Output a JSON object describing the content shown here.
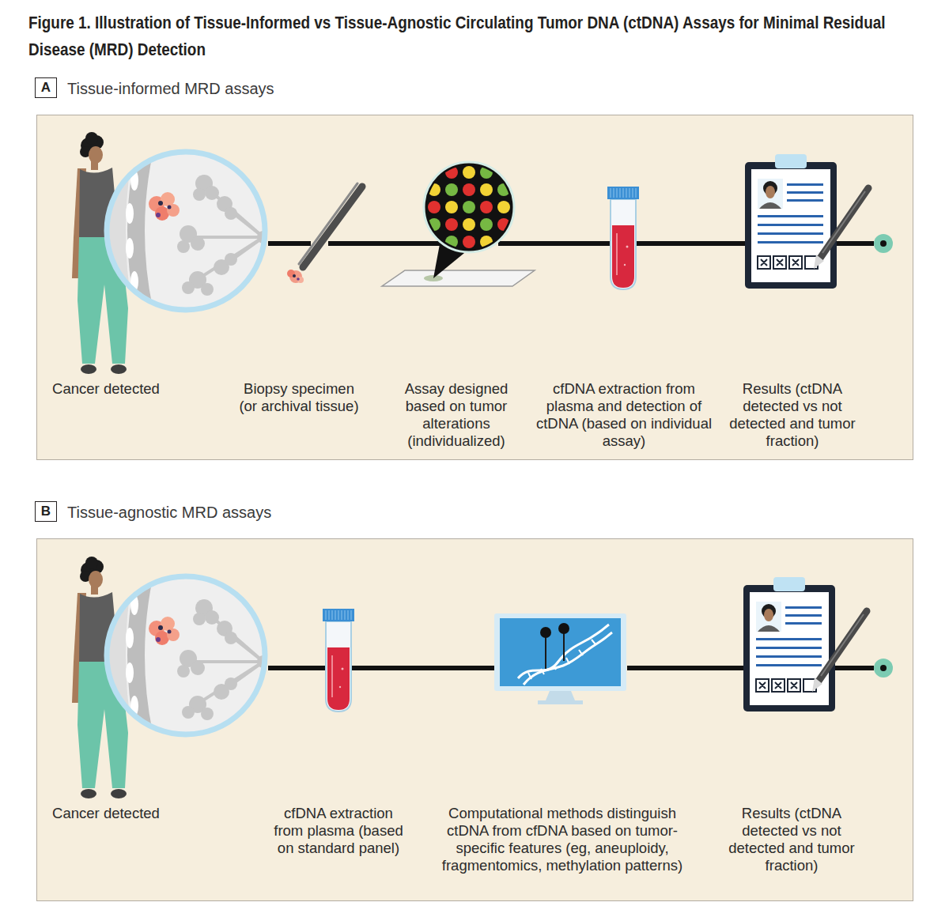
{
  "diagram": {
    "title": "Figure 1. Illustration of Tissue-Informed vs Tissue-Agnostic Circulating Tumor DNA (ctDNA) Assays for Minimal Residual Disease (MRD) Detection",
    "nodes": [
      {
        "text": [
          "A"
        ]
      },
      {
        "text": [
          "Tissue-informed MRD assays"
        ]
      },
      {
        "text": [
          "Cancer detected"
        ],
        "in": 1
      },
      {
        "text": [
          "Biopsy specimen (or archival tissue)"
        ],
        "in": 1
      },
      {
        "text": [
          "Assay designed based on tumor alterations (individualized)"
        ],
        "in": 1
      },
      {
        "text": [
          "cfDNA extraction from plasma and detection of ctDNA (based on individual assay)"
        ],
        "in": 1
      },
      {
        "text": [
          "Results (ctDNA detected vs not detected and tumor fraction)"
        ],
        "in": 1
      },
      {
        "text": [
          "B"
        ]
      },
      {
        "text": [
          "Tissue-agnostic MRD assays"
        ]
      },
      {
        "text": [
          "Cancer detected"
        ],
        "in": 8
      },
      {
        "text": [
          "cfDNA extraction from plasma (based on standard panel)"
        ],
        "in": 8
      },
      {
        "text": [
          "Computational methods distinguish ctDNA from cfDNA based on tumor-specific features (eg, aneuploidy, fragmentomics, methylation patterns)"
        ],
        "in": 8
      },
      {
        "text": [
          "Results (ctDNA detected vs not detected and tumor fraction)"
        ],
        "in": 8
      }
    ],
    "edges": [
      {
        "from": 2,
        "to": 3,
        "arrow": "none"
      },
      {
        "from": 3,
        "to": 4,
        "arrow": "none"
      },
      {
        "from": 4,
        "to": 5,
        "arrow": "none"
      },
      {
        "from": 5,
        "to": 6,
        "arrow": "none"
      },
      {
        "from": 9,
        "to": 10,
        "arrow": "none"
      },
      {
        "from": 10,
        "to": 11,
        "arrow": "none"
      },
      {
        "from": 11,
        "to": 12,
        "arrow": "none"
      }
    ]
  }
}
